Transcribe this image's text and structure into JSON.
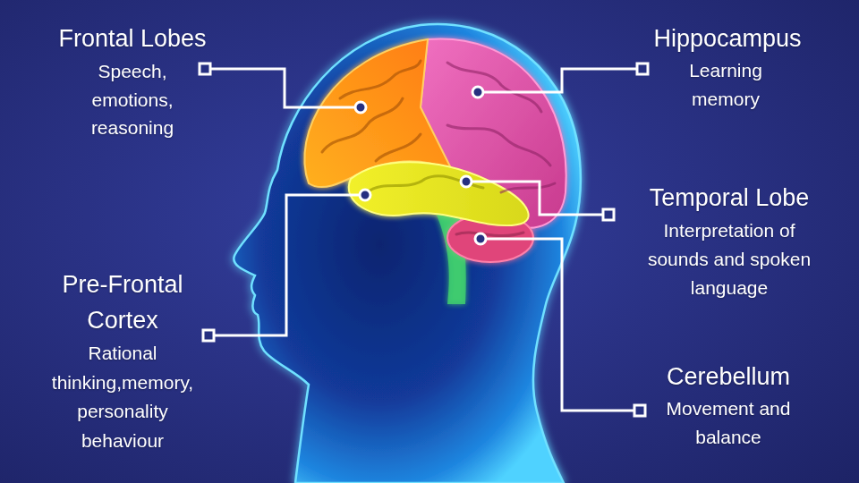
{
  "diagram": {
    "labels": [
      "Frontal Lobes",
      "Speech, emotions, reasoning",
      "Hippocampus",
      "Learning memory",
      "Temporal Lobe",
      "Interpretation of sounds and spoken language",
      "Pre-Frontal Cortex",
      "Rational thinking,memory, personality behaviour",
      "Cerebellum",
      "Movement and balance"
    ]
  }
}
